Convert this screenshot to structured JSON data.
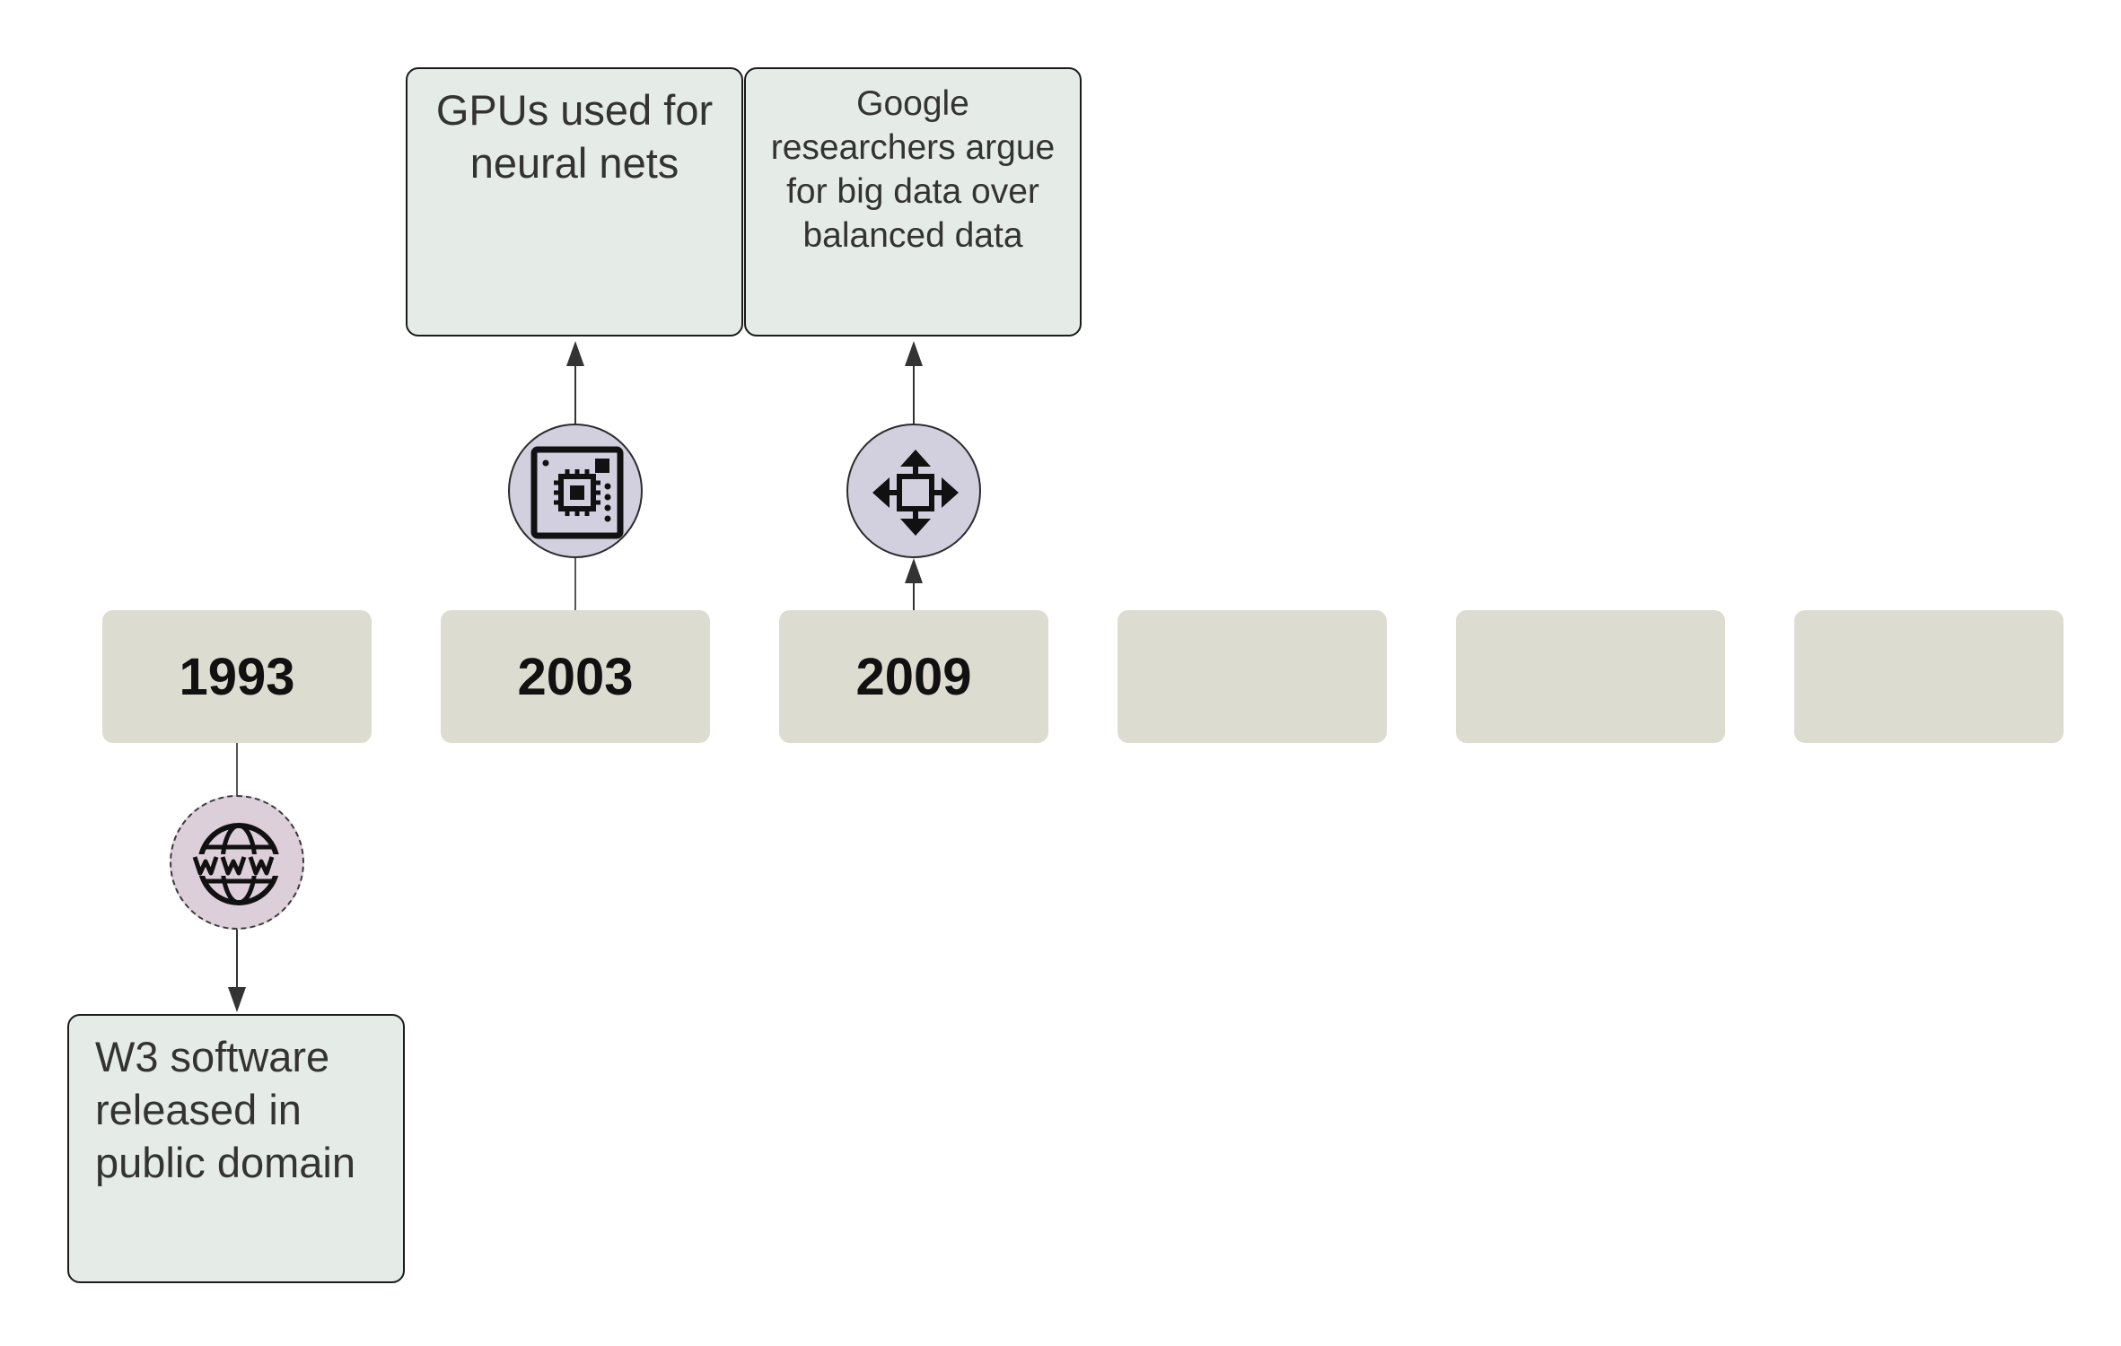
{
  "timeline": {
    "years": [
      "1993",
      "2003",
      "2009",
      "",
      "",
      ""
    ]
  },
  "events": [
    {
      "year": "1993",
      "text": "W3 software released in public domain",
      "icon": "www-globe-icon",
      "placement": "below"
    },
    {
      "year": "2003",
      "text": "GPUs used for neural nets",
      "icon": "circuit-chip-icon",
      "placement": "above"
    },
    {
      "year": "2009",
      "text": "Google researchers argue for big data over balanced data",
      "icon": "move-arrows-icon",
      "placement": "above"
    }
  ],
  "colors": {
    "year_box": "#dcddd0",
    "event_box": "#e5ebe7",
    "icon_circle_purple": "#d2d0de",
    "icon_circle_mauve": "#dccfda",
    "connector": "#333333"
  }
}
